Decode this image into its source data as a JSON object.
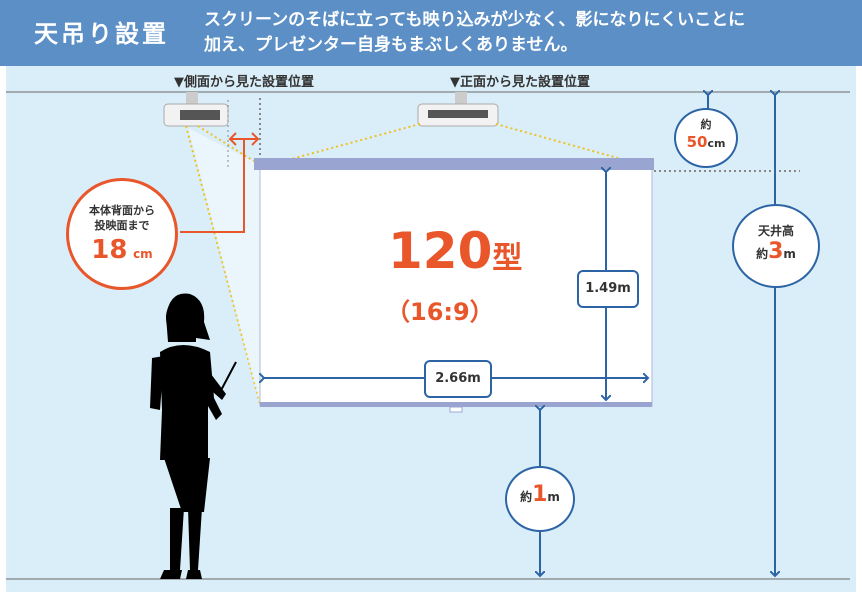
{
  "header": {
    "title": "天吊り設置",
    "subtitle": "スクリーンのそばに立っても映り込みが少なく、影になりにくいことに\n加え、プレゼンター自身もまぶしくありません。"
  },
  "views": {
    "side": "▼側面から見た設置位置",
    "front": "▼正面から見た設置位置"
  },
  "callout_distance": {
    "line1": "本体背面から",
    "line2": "投映面まで",
    "value": "18",
    "unit": "cm"
  },
  "screen": {
    "size_value": "120",
    "size_unit": "型",
    "ratio": "（16:9）",
    "height": "1.49m",
    "width": "2.66m"
  },
  "ceiling_gap": {
    "prefix": "約",
    "value": "50",
    "unit": "cm"
  },
  "ceiling_height": {
    "label": "天井高",
    "prefix": "約",
    "value": "3",
    "unit": "m"
  },
  "floor_gap": {
    "prefix": "約",
    "value": "1",
    "unit": "m"
  },
  "colors": {
    "accent": "#e8562a",
    "header": "#5b8fc5",
    "arrow": "#2c64a6",
    "panel": "#d9eef8"
  }
}
